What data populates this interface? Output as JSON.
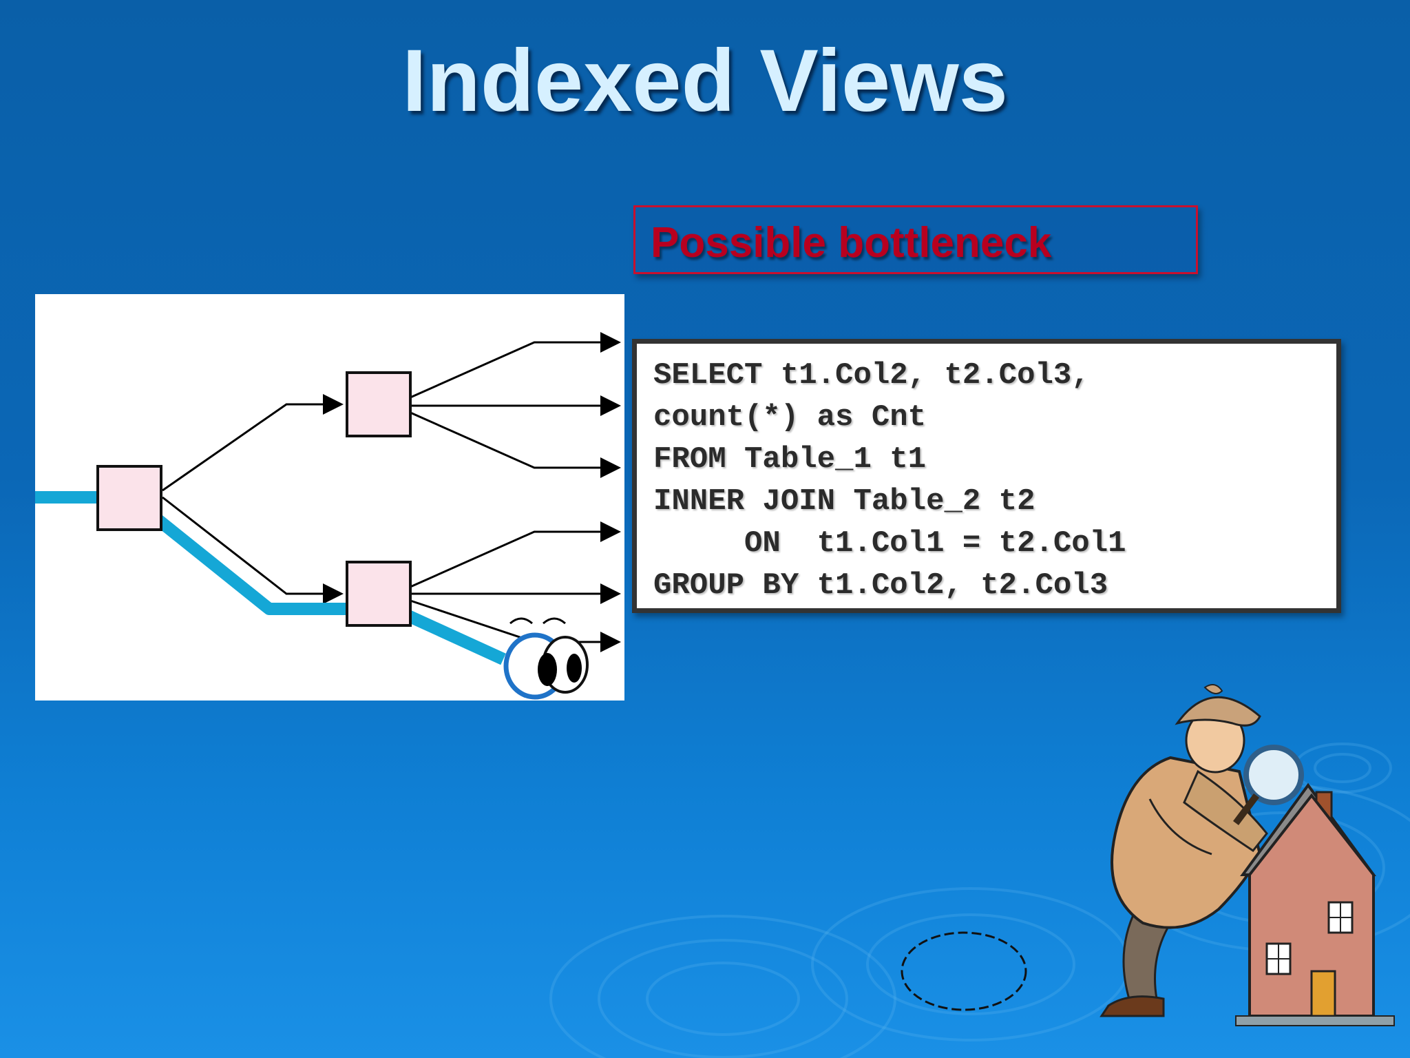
{
  "slide": {
    "title": "Indexed Views",
    "callout": "Possible bottleneck",
    "sql_lines": [
      "SELECT t1.Col2, t2.Col3,",
      "count(*) as Cnt",
      "FROM Table_1 t1",
      "INNER JOIN Table_2 t2",
      "     ON  t1.Col1 = t2.Col1",
      "GROUP BY t1.Col2, t2.Col3"
    ]
  },
  "colors": {
    "background": "#0b67b6",
    "title": "#d6f0ff",
    "callout_border": "#c8102e",
    "callout_text": "#b8001f",
    "path_highlight": "#15a7d6",
    "node_fill": "#fbe3ea"
  },
  "icons": {
    "diagram": "query-plan-tree",
    "eyes": "cartoon-eyes-icon",
    "detective": "detective-magnifier-house-illustration"
  }
}
